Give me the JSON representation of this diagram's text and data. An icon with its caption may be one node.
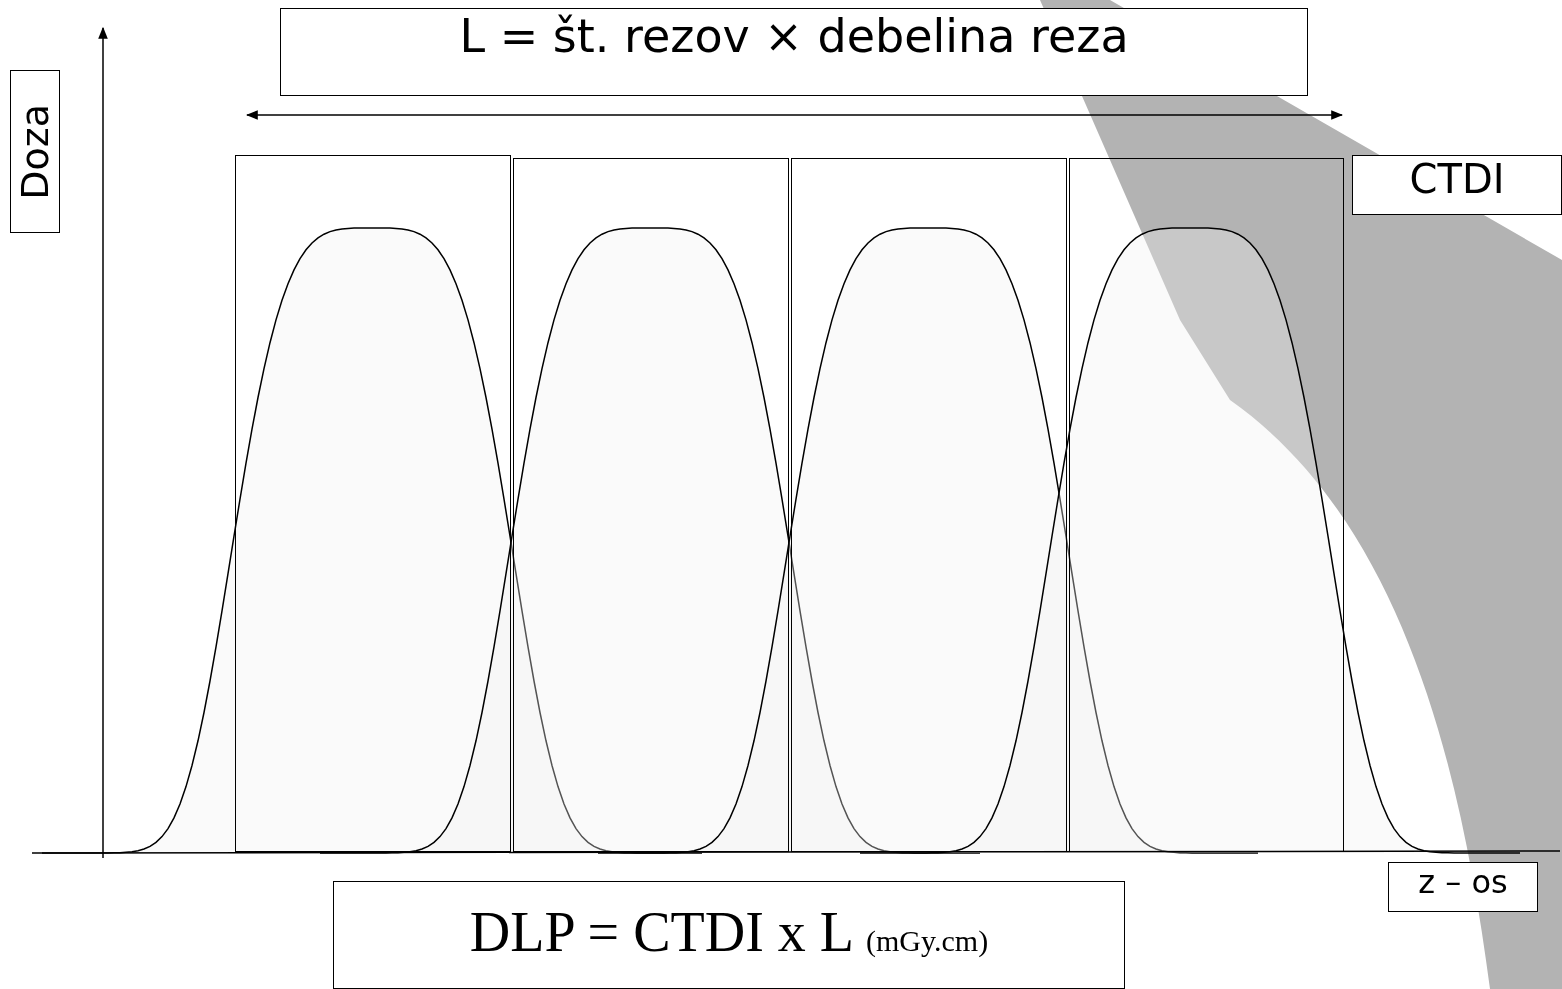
{
  "diagram": {
    "nodes": [
      {
        "text": [
          "L = št. rezov × debelina reza"
        ]
      },
      {
        "text": [
          "Doza"
        ]
      },
      {
        "text": [
          "CTDI"
        ]
      },
      {
        "text": [],
        "shape": "box"
      },
      {
        "text": [],
        "shape": "box"
      },
      {
        "text": [],
        "shape": "box"
      },
      {
        "text": [],
        "shape": "box"
      },
      {
        "text": [
          "z – os"
        ]
      },
      {
        "text": [
          "DLP = CTDI x L",
          "(mGy.cm)"
        ]
      }
    ],
    "edges": []
  }
}
